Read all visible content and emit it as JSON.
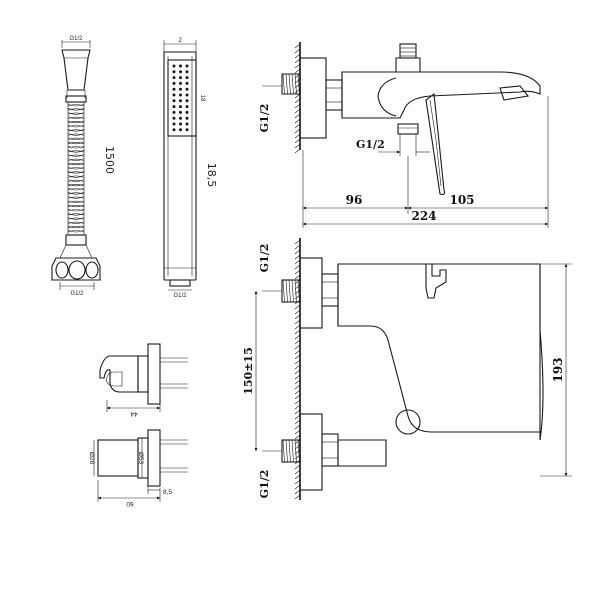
{
  "hose": {
    "top_label": "G1/2",
    "bottom_label": "G1/2",
    "length_label": "1500"
  },
  "handshower": {
    "top_label": "2",
    "side_label": "18",
    "length_label": "18,5",
    "bottom_label": "G1/2"
  },
  "holder_side": {
    "width_label": "44"
  },
  "holder_top": {
    "outer_dia_label": "Ø28",
    "inner_dia_label": "Ø53",
    "depth_label": "60",
    "offset_label": "8,5"
  },
  "top_view": {
    "connector_label": "G1/2",
    "outlet_label": "G1/2",
    "dim_left": "96",
    "dim_right": "105",
    "dim_total": "224"
  },
  "front_view": {
    "connector_top_label": "G1/2",
    "connector_bottom_label": "G1/2",
    "centers_label": "150±15",
    "height_label": "193"
  }
}
